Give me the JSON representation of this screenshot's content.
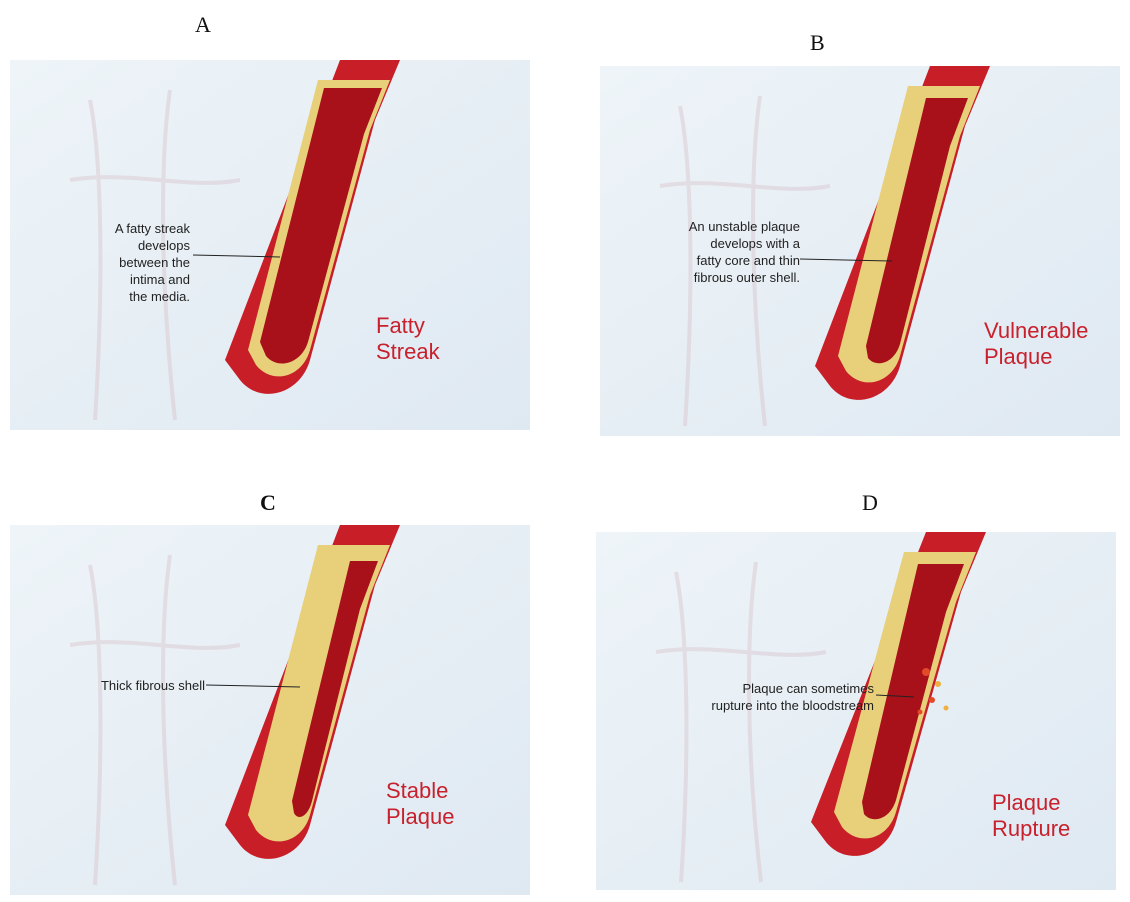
{
  "panels": [
    {
      "letter": "A",
      "annotation": "A fatty streak\ndevelops\nbetween the\nintima and\nthe media.",
      "title": "Fatty\nStreak"
    },
    {
      "letter": "B",
      "annotation": "An unstable plaque\ndevelops with a\nfatty core and thin\nfibrous outer shell.",
      "title": "Vulnerable\nPlaque"
    },
    {
      "letter": "C",
      "annotation": "Thick fibrous shell",
      "title": "Stable\nPlaque"
    },
    {
      "letter": "D",
      "annotation": "Plaque can sometimes\nrupture into the bloodstream",
      "title": "Plaque\nRupture"
    }
  ],
  "colors": {
    "title": "#c8202c",
    "vessel": "#c81e28",
    "lumen": "#a8101a",
    "plaque": "#e8cf7a",
    "background": "#e9f1f7"
  }
}
